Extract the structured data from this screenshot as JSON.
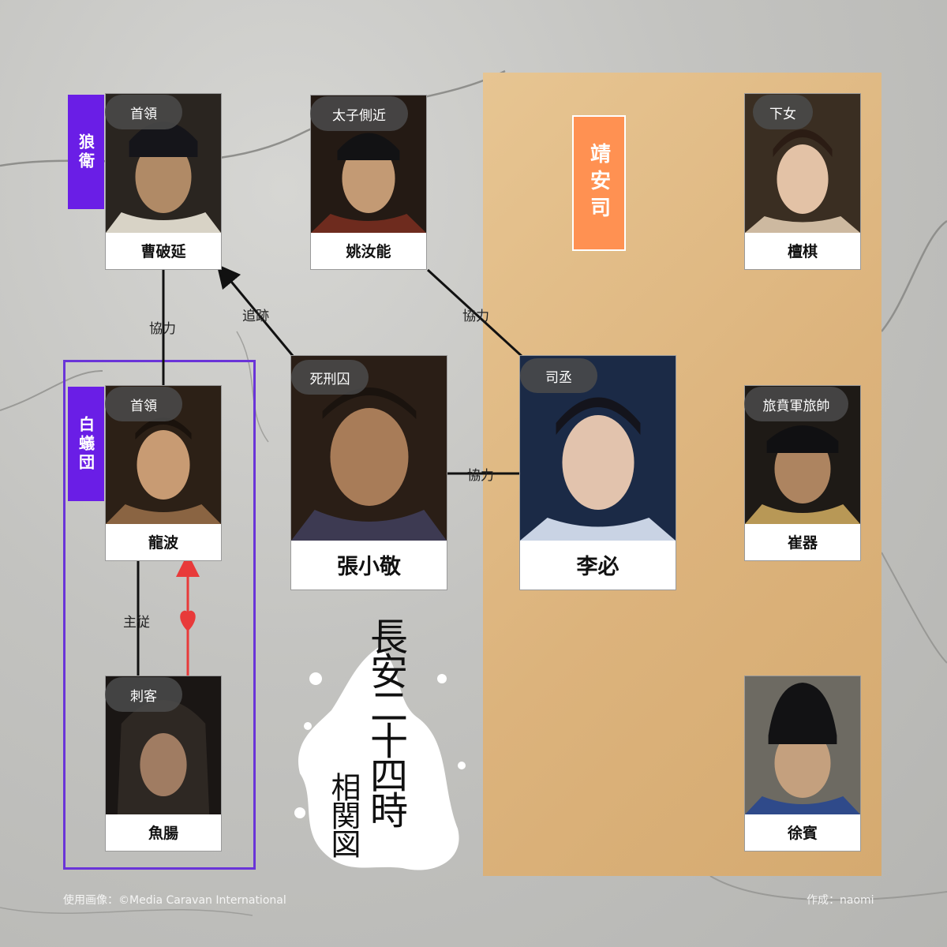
{
  "group_labels": {
    "wolf_guard": "狼衛",
    "baigang": "白蟻団",
    "jingansi": "靖安司"
  },
  "characters": {
    "cao": {
      "name": "曹破延",
      "role": "首領"
    },
    "yao": {
      "name": "姚汝能",
      "role": "太子側近"
    },
    "tan": {
      "name": "檀棋",
      "role": "下女"
    },
    "long": {
      "name": "龍波",
      "role": "首領"
    },
    "zhang": {
      "name": "張小敬",
      "role": "死刑囚"
    },
    "li": {
      "name": "李必",
      "role": "司丞"
    },
    "cui": {
      "name": "崔器",
      "role": "旅賁軍旅帥"
    },
    "yu": {
      "name": "魚腸",
      "role": "刺客"
    },
    "xu": {
      "name": "徐賓",
      "role": ""
    }
  },
  "relations": {
    "cao_long": "協力",
    "zhang_cao": "追跡",
    "yao_li": "協力",
    "zhang_li": "協力",
    "long_yu": "主従"
  },
  "title": {
    "main": "長安二十四時",
    "sub": "相関図"
  },
  "footer": {
    "credit": "使用画像：©Media Caravan International",
    "author": "作成：naomi"
  },
  "colors": {
    "purple": "#6a1ee6",
    "orange": "#ff9152",
    "tan": "#dcb37c",
    "love_line": "#e83a3a"
  }
}
